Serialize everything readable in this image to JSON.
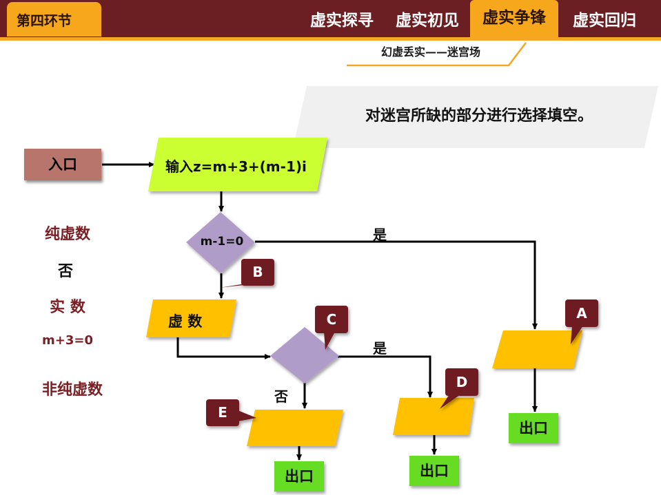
{
  "header": {
    "section_tab": "第四环节",
    "tabs": [
      {
        "label": "虚实探寻",
        "active": false
      },
      {
        "label": "虚实初见",
        "active": false
      },
      {
        "label": "虚实争锋",
        "active": true
      },
      {
        "label": "虚实回归",
        "active": false
      }
    ],
    "subtitle": "幻虚丢实——迷宫场"
  },
  "instruction": "对迷宫所缺的部分进行选择填空。",
  "options": [
    "纯虚数",
    "否",
    "实 数",
    "m+3=0",
    "非纯虚数"
  ],
  "flowchart": {
    "entry": "入口",
    "input": "输入z=m+3+(m-1)i",
    "decision1": "m-1=0",
    "yes1": "是",
    "imaginary_box": "虚 数",
    "yes2": "是",
    "no2": "否",
    "exit": "出口",
    "callouts": [
      "A",
      "B",
      "C",
      "D",
      "E"
    ]
  },
  "colors": {
    "header_bg": "#6b1f22",
    "accent": "#f7a71c",
    "callout": "#6e1f22",
    "decision": "#b09cc8",
    "box_yellow": "#ffc000",
    "input_green": "#ccff33",
    "exit_green": "#66dd22"
  }
}
